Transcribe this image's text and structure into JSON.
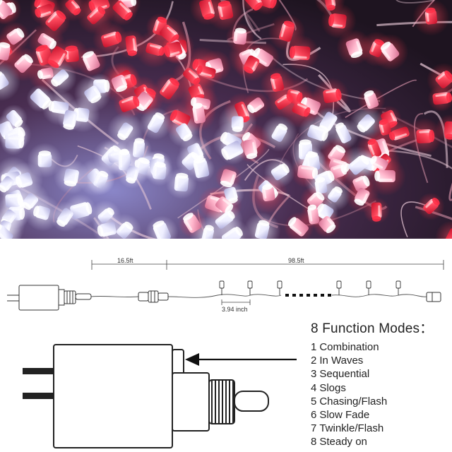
{
  "photo": {
    "subject_icon": "led-string-lights-photo",
    "colors": {
      "red": "#ff2a3c",
      "pink": "#ff8fb0",
      "white": "#f4f2ff",
      "background": "#3a2236"
    }
  },
  "diagram": {
    "lead_length": "16.5ft",
    "lit_length": "98.5ft",
    "bulb_spacing": "3.94 inch",
    "adapter_icon": "power-adapter-icon",
    "arrow_icon": "arrow-left-icon"
  },
  "modes": {
    "title": "8 Function Modes：",
    "items": [
      {
        "num": "1",
        "label": "Combination"
      },
      {
        "num": "2",
        "label": "In Waves"
      },
      {
        "num": "3",
        "label": "Sequential"
      },
      {
        "num": "4",
        "label": "Slogs"
      },
      {
        "num": "5",
        "label": "Chasing/Flash"
      },
      {
        "num": "6",
        "label": "Slow Fade"
      },
      {
        "num": "7",
        "label": "Twinkle/Flash"
      },
      {
        "num": "8",
        "label": "Steady on"
      }
    ]
  }
}
